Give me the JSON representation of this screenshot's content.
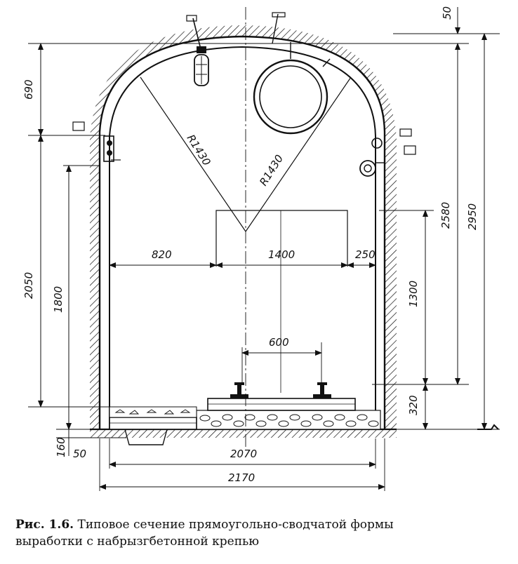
{
  "figure": {
    "caption_label": "Рис. 1.6.",
    "caption_line1": "Типовое сечение прямоугольно-сводчатой формы",
    "caption_line2": "выработки с набрызгбетонной крепью"
  },
  "dimensions": {
    "top_gap": "50",
    "vault_height": "690",
    "left_side_height": "2050",
    "inner_height": "1800",
    "right_height": "2580",
    "total_height": "2950",
    "rail_clearance": "1300",
    "ballast": "320",
    "floor": "160",
    "lining": "50",
    "radius_left": "R1430",
    "radius_right": "R1430",
    "clear_left": "820",
    "clear_middle": "1400",
    "clear_right": "250",
    "gauge": "600",
    "inner_width": "2070",
    "outer_width": "2170"
  }
}
